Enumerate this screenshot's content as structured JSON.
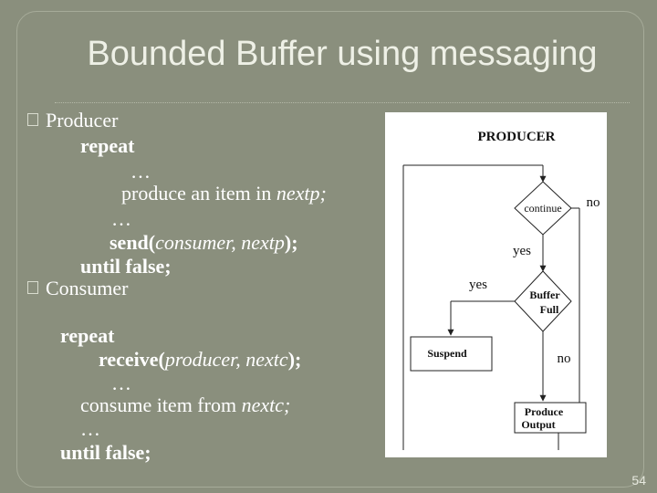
{
  "slide": {
    "title": "Bounded Buffer using messaging",
    "page_number": "54"
  },
  "producer": {
    "label": "Producer",
    "lines": {
      "repeat": "repeat",
      "ellipsis1": "…",
      "produce_pre": "produce an item in ",
      "produce_var": "nextp;",
      "ellipsis2": "…",
      "send_pre": "send(",
      "send_args": "consumer, nextp",
      "send_post": ");",
      "until": "until false;"
    }
  },
  "consumer": {
    "label": "Consumer",
    "lines": {
      "repeat": "repeat",
      "receive_pre": "receive(",
      "receive_args": "producer, nextc",
      "receive_post": ");",
      "ellipsis1": "…",
      "consume_pre": "consume item from ",
      "consume_var": "nextc;",
      "ellipsis2": "…",
      "until": "until false;"
    }
  },
  "flowchart": {
    "title": "PRODUCER",
    "decision_continue": "continue",
    "label_no_top": "no",
    "label_yes_mid": "yes",
    "decision_buffer_line1": "Buffer",
    "decision_buffer_line2": "Full",
    "label_yes_left": "yes",
    "label_no_bottom": "no",
    "suspend_box": "Suspend",
    "produce_line1": "Produce",
    "produce_line2": "Output"
  }
}
